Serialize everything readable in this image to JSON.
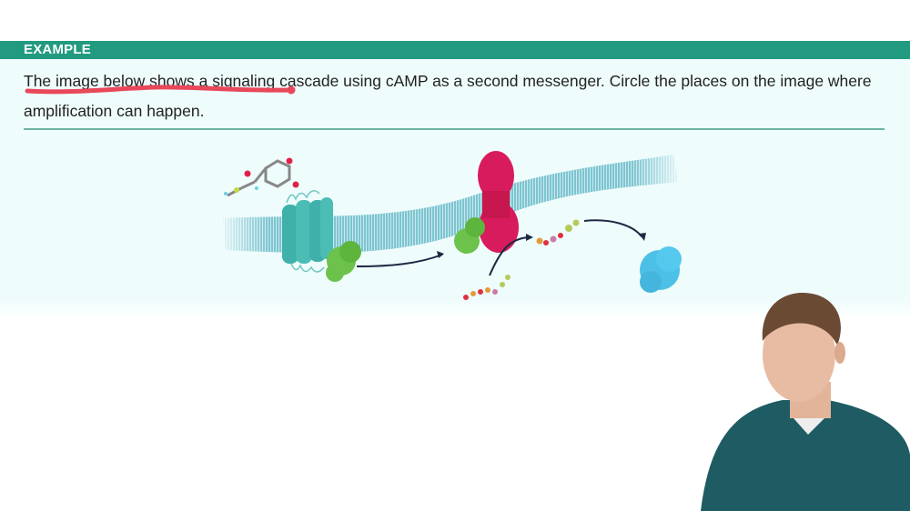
{
  "header": {
    "label": "EXAMPLE",
    "bar_color": "#219a80"
  },
  "question": {
    "text": "The image below shows a signaling cascade using cAMP as a second messenger. Circle the places on the image where amplification can happen."
  },
  "annotation": {
    "type": "underline",
    "color": "#e8485a",
    "covers_text": "The image below shows a signaling cas"
  },
  "figure": {
    "description": "Signaling cascade diagram: ligand molecule binding a 7-transmembrane receptor in a lipid bilayer membrane, G protein activated, arrow to adenylyl cyclase (magenta) with G protein, ATP converted to cAMP, arrow to protein kinase A (blue)",
    "elements": [
      {
        "name": "ligand",
        "color": "#8a8a8a"
      },
      {
        "name": "membrane",
        "color": "#5fb7c6"
      },
      {
        "name": "gpcr-receptor",
        "color": "#4bbdb5"
      },
      {
        "name": "g-protein",
        "color": "#6cc24a"
      },
      {
        "name": "adenylyl-cyclase",
        "color": "#d81b5c"
      },
      {
        "name": "atp-molecule",
        "color": "#e39a3a"
      },
      {
        "name": "camp-molecule",
        "color": "#b7c95a"
      },
      {
        "name": "protein-kinase-a",
        "color": "#4cc0e6"
      }
    ]
  },
  "presenter": {
    "shirt_color": "#1e5b62",
    "hair_color": "#6b4a34"
  }
}
